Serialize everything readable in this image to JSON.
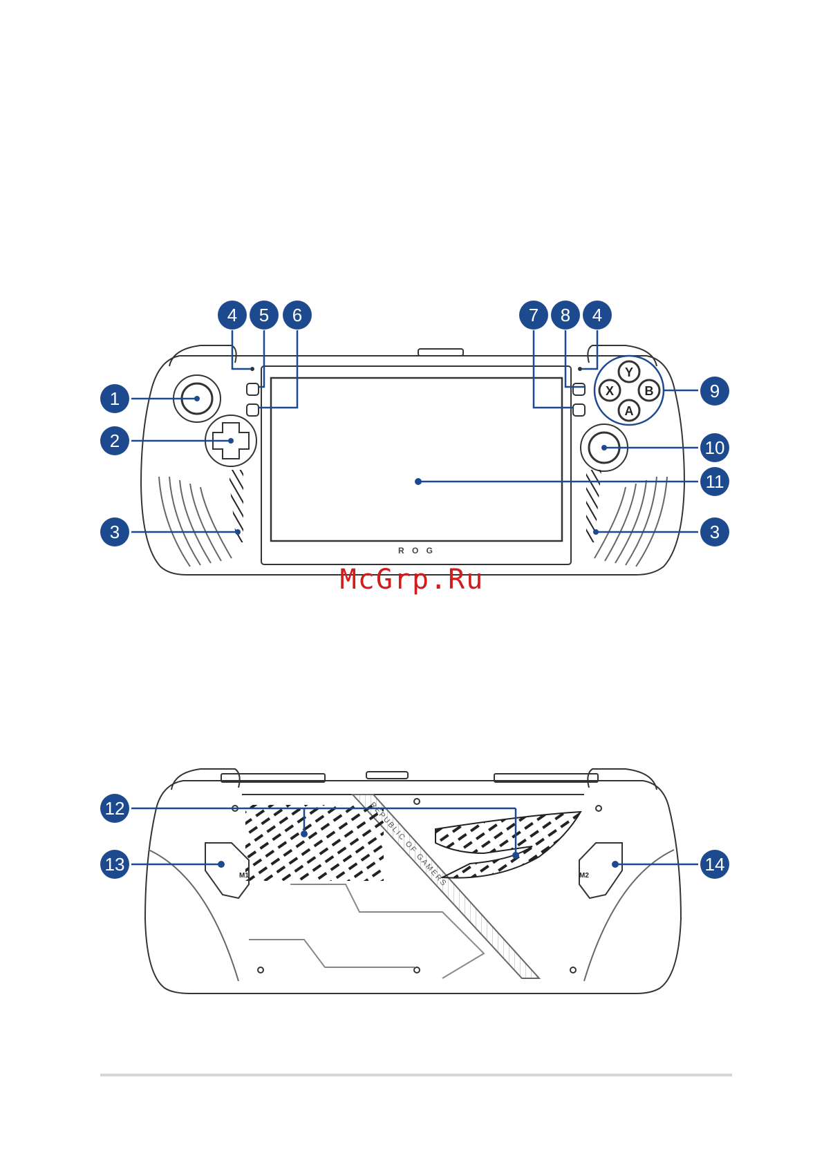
{
  "watermark": "McGrp.Ru",
  "front": {
    "screen_brand": "R O G",
    "face_buttons": {
      "y": "Y",
      "x": "X",
      "b": "B",
      "a": "A"
    },
    "callouts": [
      "4",
      "5",
      "6",
      "7",
      "8",
      "4",
      "1",
      "9",
      "2",
      "10",
      "11",
      "3",
      "3"
    ]
  },
  "back": {
    "brand_text": "REPUBLIC OF GAMERS",
    "m1_label": "M1",
    "m2_label": "M2",
    "callouts": [
      "12",
      "13",
      "14"
    ]
  },
  "colors": {
    "callout_fill": "#1d4a8f",
    "line": "#1d4a8f",
    "outline": "#333333",
    "watermark": "#d11c1c"
  }
}
